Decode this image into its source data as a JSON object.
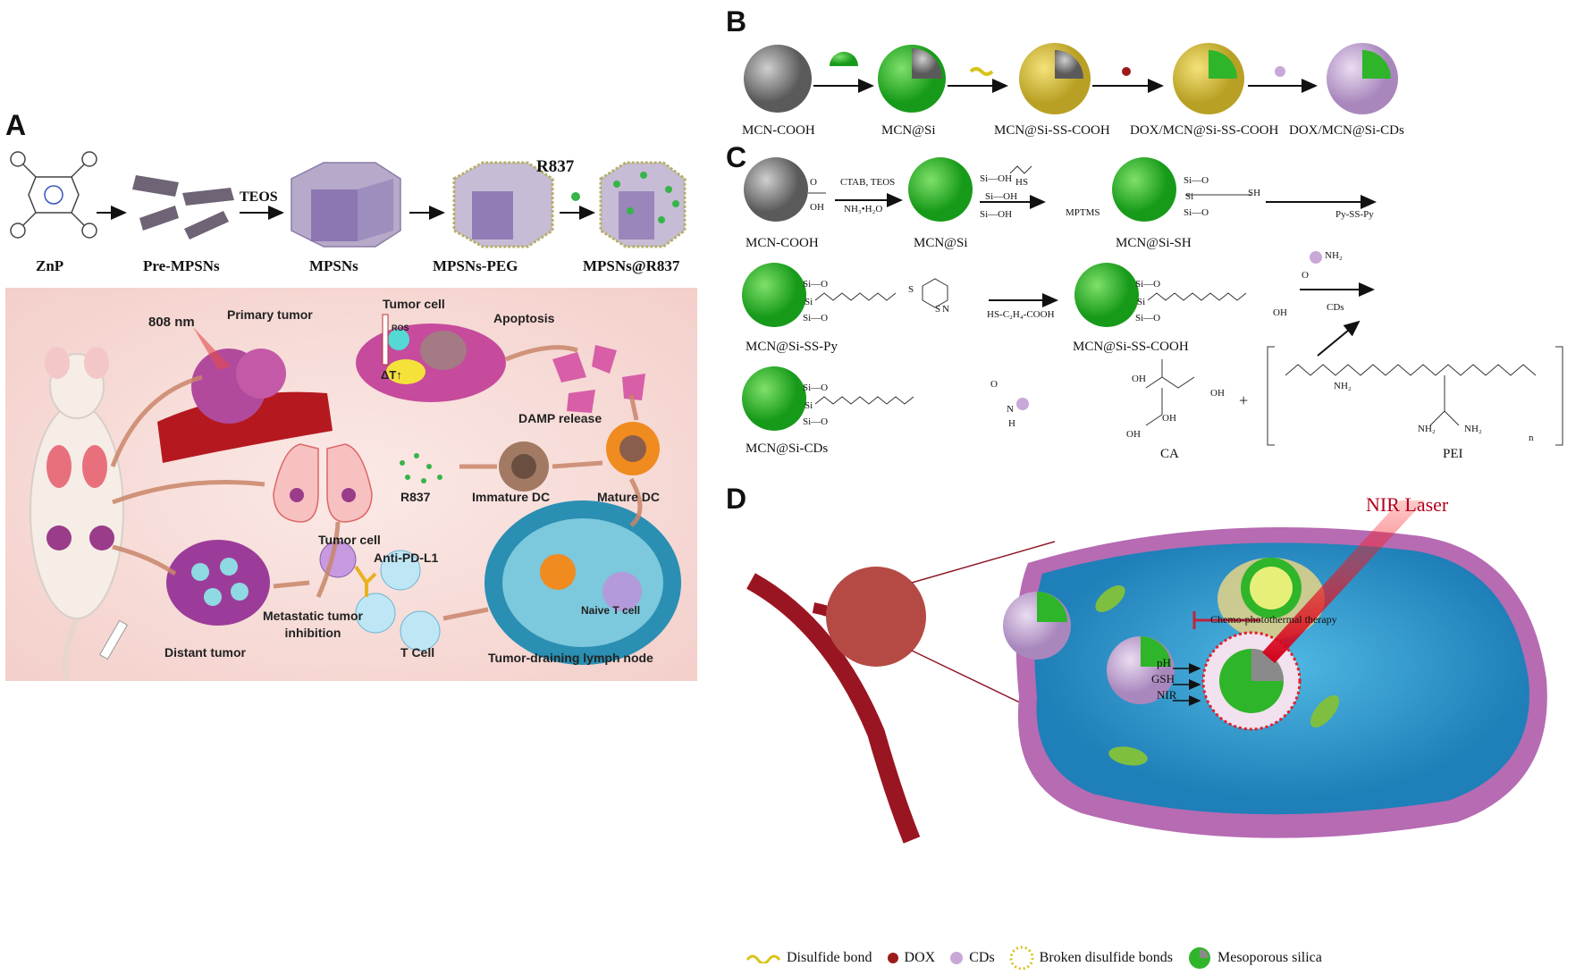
{
  "panels": {
    "A": {
      "letter": "A",
      "synthesis": {
        "steps": [
          "ZnP",
          "Pre-MPSNs",
          "MPSNs",
          "MPSNs-PEG",
          "MPSNs@R837"
        ],
        "reagent_teos": "TEOS",
        "reagent_r837": "R837"
      },
      "cartoon": {
        "laser": "808 nm",
        "primary_tumor": "Primary tumor",
        "tumor_cell_top": "Tumor cell",
        "ros": "ROS",
        "delta_t": "ΔT↑",
        "apoptosis": "Apoptosis",
        "damp_release": "DAMP release",
        "r837": "R837",
        "immature_dc": "Immature DC",
        "mature_dc": "Mature DC",
        "tumor_cell_bottom": "Tumor cell",
        "anti_pd_l1": "Anti-PD-L1",
        "naive_t_cell": "Naive T cell",
        "metastatic": "Metastatic tumor inhibition",
        "distant_tumor": "Distant tumor",
        "t_cell": "T Cell",
        "lymph_node": "Tumor-draining lymph node"
      }
    },
    "B": {
      "letter": "B",
      "steps": [
        "MCN-COOH",
        "MCN@Si",
        "MCN@Si-SS-COOH",
        "DOX/MCN@Si-SS-COOH",
        "DOX/MCN@Si-CDs"
      ]
    },
    "C": {
      "letter": "C",
      "compounds": [
        "MCN-COOH",
        "MCN@Si",
        "MCN@Si-SH",
        "MCN@Si-SS-Py",
        "MCN@Si-SS-COOH",
        "MCN@Si-CDs",
        "CA",
        "PEI"
      ],
      "reagents": {
        "r1_top": "CTAB, TEOS",
        "r1_bottom": "NH₃•H₂O",
        "r2": "MPTMS",
        "r3": "Py-SS-Py",
        "r4": "HS-C₂H₄-COOH",
        "r5": "CDs"
      },
      "chem": {
        "oh": "OH",
        "o": "O",
        "sioh": "Si—OH",
        "sio": "Si—O",
        "si": "Si",
        "sh": "SH",
        "hs": "HS",
        "s": "S",
        "n": "N",
        "nh2": "NH₂",
        "nh": "N",
        "h": "H",
        "plus": "+",
        "sub_n": "n"
      }
    },
    "D": {
      "letter": "D",
      "nir_laser": "NIR Laser",
      "therapy": "Chemo-photothermal therapy",
      "stimuli": [
        "pH",
        "GSH",
        "NIR"
      ]
    }
  },
  "legend": [
    {
      "icon": "disulfide-bond-icon",
      "label": "Disulfide bond"
    },
    {
      "icon": "dox-icon",
      "label": "DOX"
    },
    {
      "icon": "cds-icon",
      "label": "CDs"
    },
    {
      "icon": "broken-disulfide-icon",
      "label": "Broken disulfide bonds"
    },
    {
      "icon": "mesoporous-silica-icon",
      "label": "Mesoporous silica"
    }
  ],
  "colors": {
    "silica_green": "#2fb52a",
    "mcn_gray": "#8a8a8a",
    "shell_yellow": "#d9c33a",
    "cd_lilac": "#c9a8d8",
    "dox_red": "#9c1b1b",
    "laser_red": "#b3001b",
    "cartoon_bg": "#f6d9d6"
  }
}
